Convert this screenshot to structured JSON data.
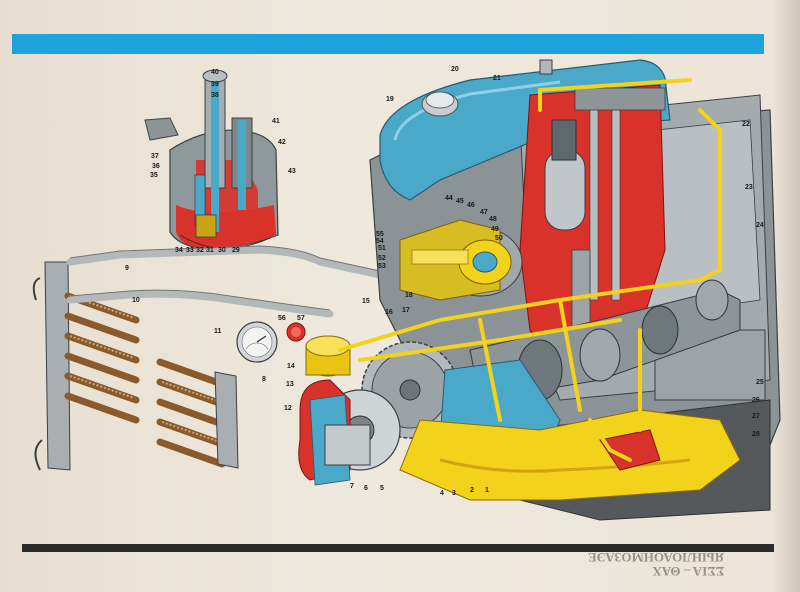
{
  "page": {
    "back_text_line1": "ΣΣΙΑ – ΘΑΧ",
    "back_text_line2": "ЯЫНЛОАОНМОЗАЭЕ"
  },
  "callouts": [
    "1",
    "2",
    "3",
    "4",
    "5",
    "6",
    "7",
    "8",
    "9",
    "10",
    "11",
    "12",
    "13",
    "14",
    "15",
    "16",
    "17",
    "18",
    "19",
    "20",
    "21",
    "22",
    "23",
    "24",
    "25",
    "26",
    "27",
    "28",
    "29",
    "30",
    "31",
    "32",
    "33",
    "34",
    "35",
    "36",
    "37",
    "38",
    "39",
    "40",
    "41",
    "42",
    "43",
    "44",
    "45",
    "46",
    "47",
    "48",
    "49",
    "50",
    "51",
    "52",
    "53",
    "54",
    "55",
    "56",
    "57"
  ],
  "colors": {
    "band_blue": "#1fa3dc",
    "engine_blue": "#4aa8c9",
    "oil_yellow": "#f2d21b",
    "cutaway_red": "#d8322a",
    "metal_gray": "#9aa3a8",
    "dark_gray": "#4e5458"
  }
}
